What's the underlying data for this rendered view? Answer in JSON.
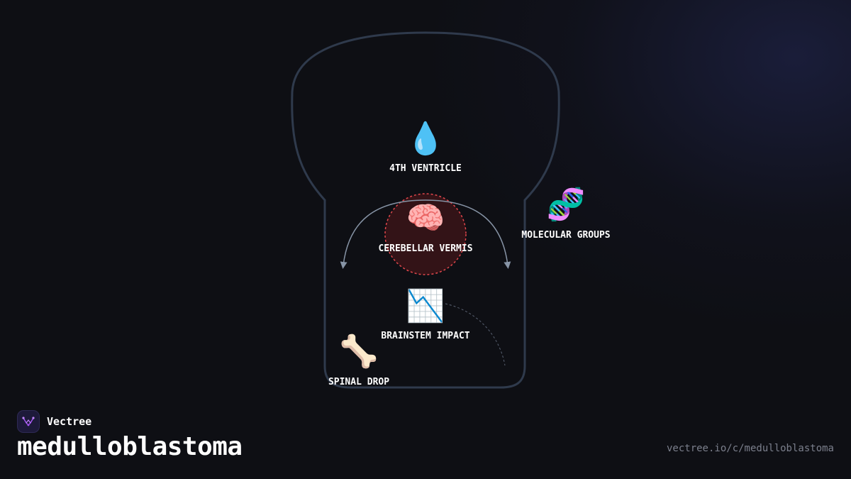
{
  "brand": {
    "name": "Vectree",
    "logo_icon": "vectree-logo-icon"
  },
  "page": {
    "title": "medulloblastoma",
    "url": "vectree.io/c/medulloblastoma"
  },
  "colors": {
    "background": "#0e0f14",
    "outline": "#2f3a4c",
    "arrow": "#8794a6",
    "highlight_fill": "#3a1418",
    "highlight_stroke": "#e0474c",
    "label": "#ffffff",
    "url_text": "#7b7f8c"
  },
  "diagram": {
    "outline_shape": "head-and-brainstem-outline",
    "nodes": [
      {
        "id": "fourth-ventricle",
        "label": "4TH VENTRICLE",
        "icon": "droplet-icon",
        "emoji": "💧"
      },
      {
        "id": "cerebellar-vermis",
        "label": "CEREBELLAR VERMIS",
        "icon": "brain-icon",
        "emoji": "🧠",
        "highlighted": true
      },
      {
        "id": "molecular-groups",
        "label": "MOLECULAR GROUPS",
        "icon": "dna-icon",
        "emoji": "🧬"
      },
      {
        "id": "brainstem-impact",
        "label": "BRAINSTEM IMPACT",
        "icon": "chart-decreasing-icon",
        "emoji": "📉"
      },
      {
        "id": "spinal-drop",
        "label": "SPINAL DROP",
        "icon": "bone-icon",
        "emoji": "🦴"
      }
    ]
  }
}
